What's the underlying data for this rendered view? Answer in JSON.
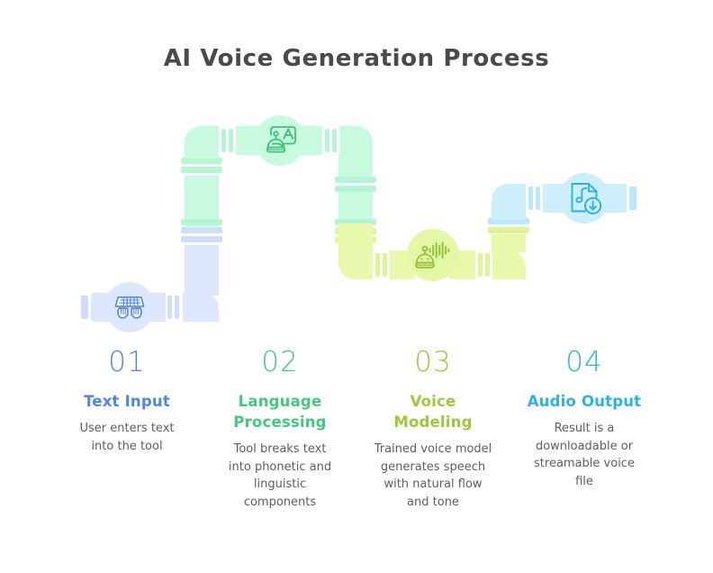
{
  "header": {
    "title": "AI Voice Generation Process"
  },
  "palette": {
    "blue_pipe": "#dde7fb",
    "blue_pipe_dark": "#cfddf9",
    "green_pipe": "#c8fadf",
    "green_pipe_dark": "#b6f5d4",
    "lime_pipe": "#e8f9ab",
    "lime_pipe_dark": "#ddf595",
    "cyan_pipe": "#cdeefb",
    "cyan_pipe_dark": "#bbe7fa",
    "blue_accent": "#4f85e8",
    "green_accent": "#43c97c",
    "lime_accent": "#9cc93a",
    "cyan_accent": "#29b3e2",
    "title_color": "#4a4a4a",
    "desc_color": "#5e5e5e"
  },
  "steps": [
    {
      "number": "01",
      "title": "Text Input",
      "desc_lines": [
        "User enters text",
        "into the tool"
      ],
      "icon": "keyboard-hands-icon",
      "color": "#4f85e8",
      "badge_bg": "#dce8fb"
    },
    {
      "number": "02",
      "title_lines": [
        "Language",
        "Processing"
      ],
      "title": "Language Processing",
      "desc_lines": [
        "Tool breaks text",
        "into phonetic and",
        "linguistic",
        "components"
      ],
      "icon": "robot-translate-icon",
      "color": "#43c97c",
      "badge_bg": "#c8fadf"
    },
    {
      "number": "03",
      "title_lines": [
        "Voice",
        "Modeling"
      ],
      "title": "Voice Modeling",
      "desc_lines": [
        "Trained voice model",
        "generates speech",
        "with natural flow",
        "and tone"
      ],
      "icon": "robot-soundwave-icon",
      "color": "#9cc93a",
      "badge_bg": "#e3f7a5"
    },
    {
      "number": "04",
      "title": "Audio Output",
      "desc_lines": [
        "Result is a",
        "downloadable or",
        "streamable voice",
        "file"
      ],
      "icon": "audio-file-download-icon",
      "color": "#29b3e2",
      "badge_bg": "#cdeefb"
    }
  ]
}
